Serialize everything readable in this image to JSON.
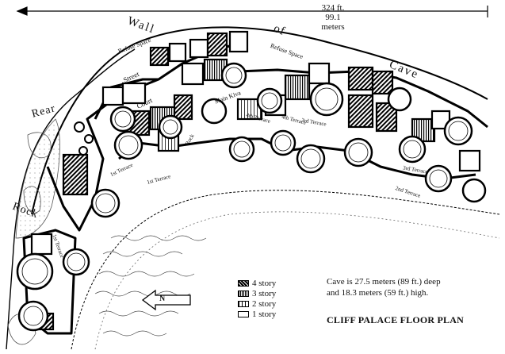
{
  "dimension": {
    "feet": "324 ft.",
    "meters": "99.1 meters"
  },
  "wall_words": [
    "Wall",
    "of",
    "Cave"
  ],
  "rear_words": [
    "Rear",
    "Rock"
  ],
  "labels": {
    "refuse1": "Refuse Space",
    "refuse2": "Refuse Space",
    "street": "Street",
    "court": "Court",
    "mainkiva": "Main Kiva",
    "terrace1a": "1st Terrace",
    "terrace1b": "1st Terrace",
    "terrace1c": "1st Terrace",
    "terrace2": "2nd Terrace",
    "terrace3": "3rd Terrace",
    "terrace3b": "3rd Terrace",
    "terrace4": "4th Terrace",
    "terrace4b": "4th Terrace",
    "rock": "Rock"
  },
  "north_label": "N",
  "legend": [
    "4 story",
    "3 story",
    "2 story",
    "1 story"
  ],
  "cave_note": [
    "Cave is 27.5 meters (89 ft.) deep",
    "and 18.3 meters (59 ft.) high."
  ],
  "title": "CLIFF PALACE FLOOR PLAN"
}
